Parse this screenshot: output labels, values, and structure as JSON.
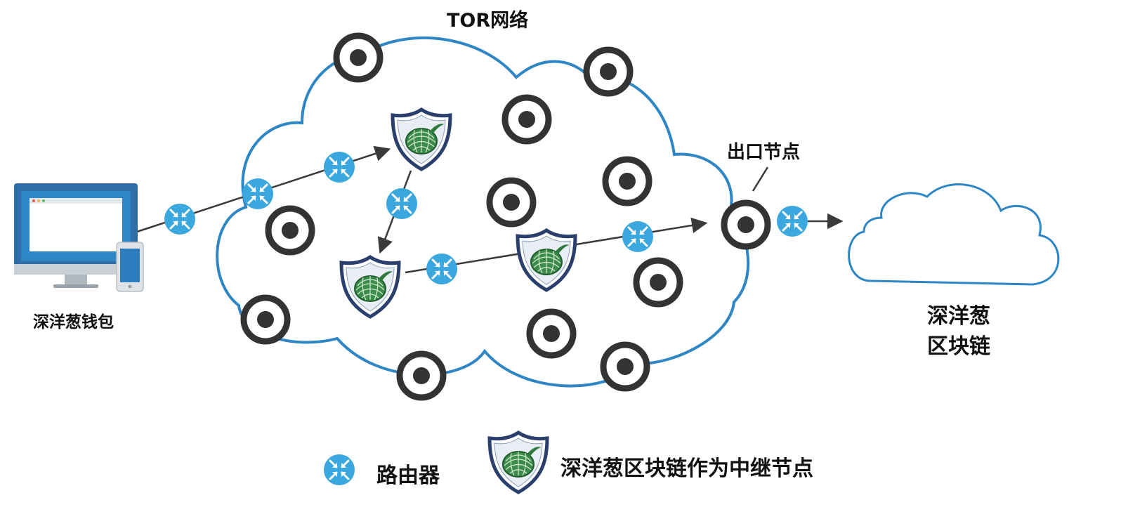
{
  "diagram": {
    "network_title": "TOR网络",
    "exit_node_label": "出口节点",
    "wallet_label": "深洋葱钱包",
    "blockchain_label_line1": "深洋葱",
    "blockchain_label_line2": "区块链",
    "legend": {
      "router_label": "路由器",
      "relay_label": "深洋葱区块链作为中继节点"
    },
    "colors": {
      "cloud_stroke": "#2f86c4",
      "router_fill": "#3aa8df",
      "shield_border": "#2b3f6d",
      "onion_green": "#2f7a3e",
      "node_ring": "#333333",
      "arrow": "#3a3a3a",
      "device_blue": "#2f7dbf"
    },
    "icons": [
      "desktop-monitor-icon",
      "smartphone-icon",
      "router-icon",
      "onion-shield-icon",
      "tor-node-icon",
      "small-cloud-icon"
    ]
  }
}
